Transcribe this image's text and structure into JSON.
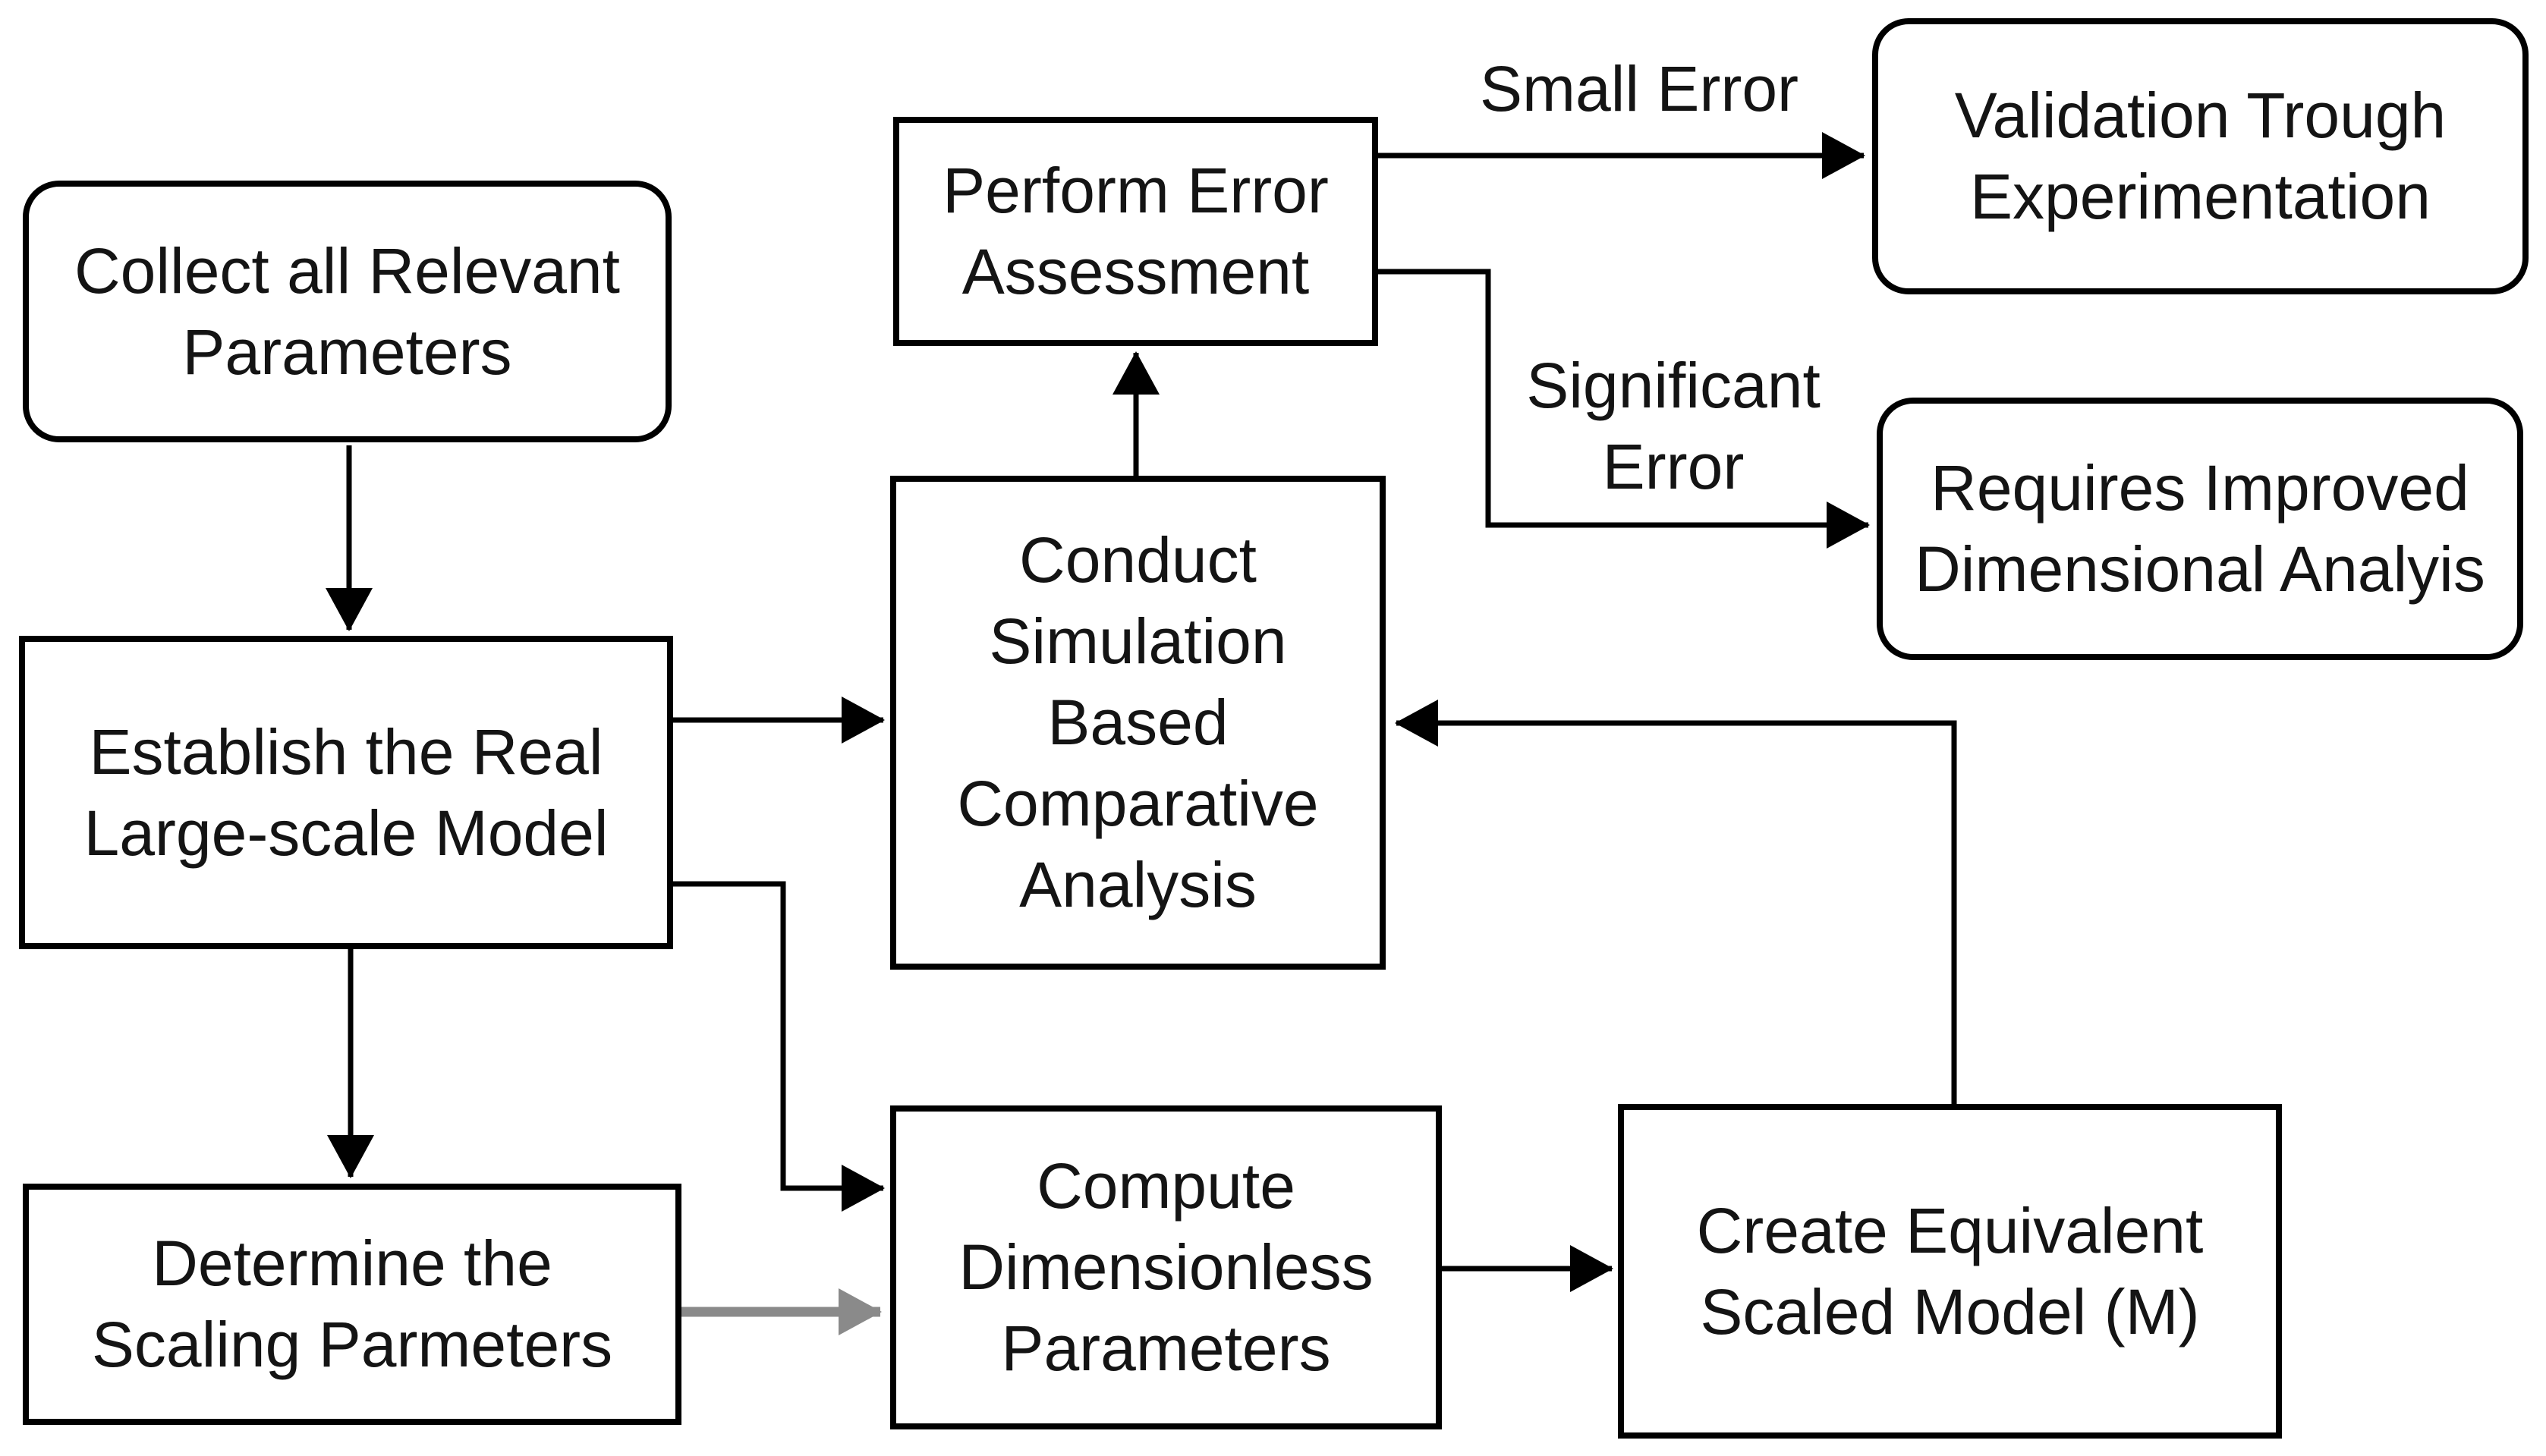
{
  "diagram": {
    "type": "flowchart",
    "background_color": "#ffffff",
    "stroke_color": "#000000",
    "gray_connector_color": "#8a8a8a",
    "text_color": "#141414",
    "nodes": {
      "collect": {
        "shape": "rounded",
        "lines": [
          "Collect all Relevant",
          "Parameters"
        ]
      },
      "establish": {
        "shape": "rectangle",
        "lines": [
          "Establish the Real",
          "Large-scale Model"
        ]
      },
      "determine": {
        "shape": "rectangle",
        "lines": [
          "Determine the",
          "Scaling Parmeters"
        ]
      },
      "perform": {
        "shape": "rectangle",
        "lines": [
          "Perform Error",
          "Assessment"
        ]
      },
      "conduct": {
        "shape": "rectangle",
        "lines": [
          "Conduct",
          "Simulation",
          "Based",
          "Comparative",
          "Analysis"
        ]
      },
      "validation": {
        "shape": "rounded",
        "lines": [
          "Validation Trough",
          "Experimentation"
        ]
      },
      "requires": {
        "shape": "rounded",
        "lines": [
          "Requires Improved",
          "Dimensional Analyis"
        ]
      },
      "compute": {
        "shape": "rectangle",
        "lines": [
          "Compute",
          "Dimensionless",
          "Parameters"
        ]
      },
      "create": {
        "shape": "rectangle",
        "lines": [
          "Create Equivalent",
          "Scaled Model (M)"
        ]
      }
    },
    "edge_labels": {
      "small_error": {
        "lines": [
          "Small Error"
        ]
      },
      "significant_error": {
        "lines": [
          "Significant",
          "Error"
        ]
      }
    },
    "edges": [
      {
        "from": "collect",
        "to": "establish",
        "style": "black"
      },
      {
        "from": "establish",
        "to": "conduct",
        "style": "black"
      },
      {
        "from": "establish",
        "to": "determine",
        "style": "black"
      },
      {
        "from": "establish",
        "to": "compute",
        "style": "black"
      },
      {
        "from": "determine",
        "to": "compute",
        "style": "gray"
      },
      {
        "from": "compute",
        "to": "create",
        "style": "black"
      },
      {
        "from": "create",
        "to": "conduct",
        "style": "black"
      },
      {
        "from": "conduct",
        "to": "perform",
        "style": "black"
      },
      {
        "from": "perform",
        "to": "validation",
        "style": "black",
        "label_key": "small_error"
      },
      {
        "from": "perform",
        "to": "requires",
        "style": "black",
        "label_key": "significant_error"
      }
    ]
  }
}
